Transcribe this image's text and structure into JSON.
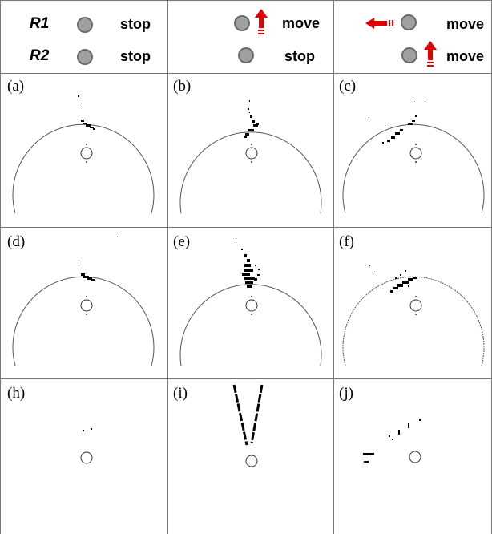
{
  "header": {
    "robot_labels": [
      "R1",
      "R2"
    ],
    "columns": [
      {
        "r1_status": "stop",
        "r2_status": "stop",
        "r1_arrow": "none",
        "r2_arrow": "none"
      },
      {
        "r1_status": "move",
        "r2_status": "stop",
        "r1_arrow": "up",
        "r2_arrow": "none"
      },
      {
        "r1_status": "move",
        "r2_status": "move",
        "r1_arrow": "left",
        "r2_arrow": "up"
      }
    ],
    "arrow_color": "#e00000",
    "robot_color": "#9a9a9a"
  },
  "panels": [
    {
      "label": "(a)"
    },
    {
      "label": "(b)"
    },
    {
      "label": "(c)"
    },
    {
      "label": "(d)"
    },
    {
      "label": "(e)"
    },
    {
      "label": "(f)"
    },
    {
      "label": "(h)"
    },
    {
      "label": "(i)"
    },
    {
      "label": "(j)"
    }
  ]
}
